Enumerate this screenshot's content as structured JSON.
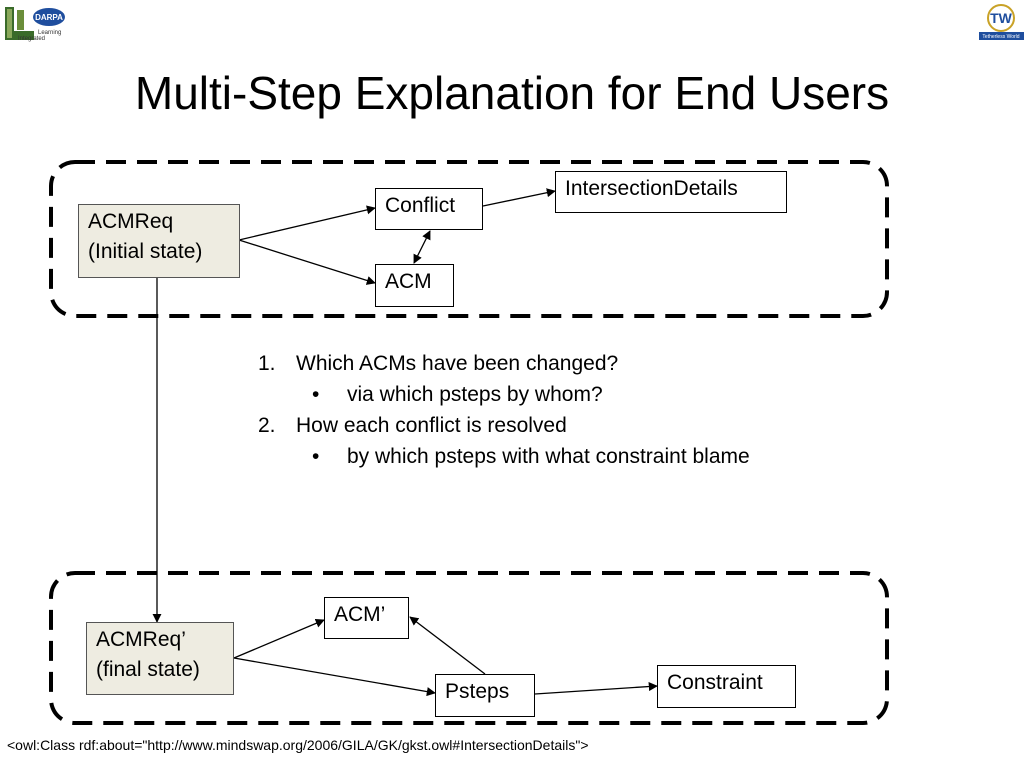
{
  "slide": {
    "title": "Multi-Step Explanation for End Users",
    "footer": "<owl:Class rdf:about=\"http://www.mindswap.org/2006/GILA/GK/gkst.owl#IntersectionDetails\">"
  },
  "logos": {
    "left": {
      "badge": "DARPA",
      "text_line1": "Learning",
      "text_line2": "Integrated",
      "letter": "IL"
    },
    "right": {
      "letter": "TW",
      "caption": "Tetherless World"
    }
  },
  "top_group": {
    "nodes": {
      "acmreq": {
        "line1": "ACMReq",
        "line2": "(Initial state)"
      },
      "conflict": "Conflict",
      "acm": "ACM",
      "intersection": "IntersectionDetails"
    }
  },
  "bottom_group": {
    "nodes": {
      "acmreq_final": {
        "line1": "ACMReq’",
        "line2": "(final state)"
      },
      "acm_prime": "ACM’",
      "psteps": "Psteps",
      "constraint": "Constraint"
    }
  },
  "questions": [
    {
      "number": "1.",
      "text": "Which ACMs have been changed?",
      "sub": "via which psteps by whom?"
    },
    {
      "number": "2.",
      "text": "How each conflict is resolved",
      "sub": "by which psteps with what constraint blame"
    }
  ],
  "colors": {
    "node_fill_state": "#eeece1",
    "dashed_border": "#000000",
    "darpa_blue": "#1f4e9e",
    "logo_green": "#3a6b2a"
  }
}
